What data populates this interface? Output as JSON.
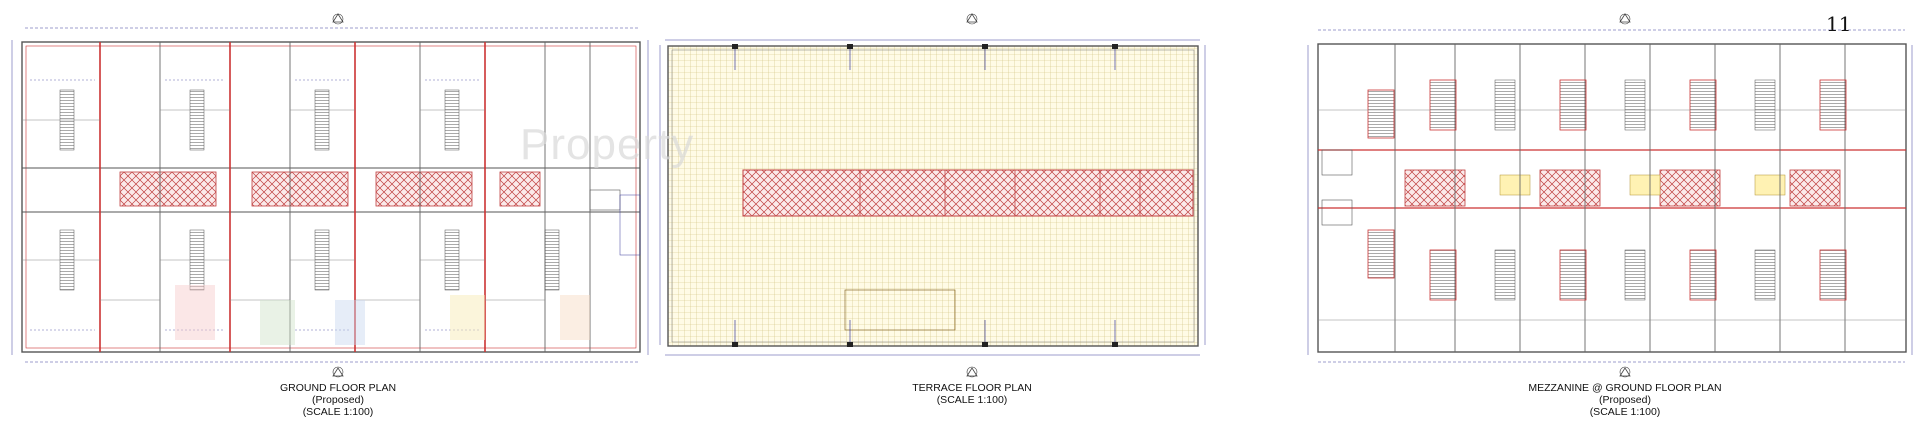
{
  "page_number": "11",
  "watermark_text": "Property",
  "colors": {
    "wall": "#7a7a7a",
    "boundary": "#cc3333",
    "dim": "#3a3a9a",
    "grid": "#cfc07a",
    "grid_fill": "#fffbe6",
    "hatch": "#c04040"
  },
  "plans": [
    {
      "id": "ground",
      "title": "GROUND FLOOR PLAN",
      "subtitle": "(Proposed)",
      "scale": "(SCALE 1:100)"
    },
    {
      "id": "terrace",
      "title": "TERRACE FLOOR PLAN",
      "subtitle": "",
      "scale": "(SCALE 1:100)"
    },
    {
      "id": "mezzanine",
      "title": "MEZZANINE @ GROUND FLOOR PLAN",
      "subtitle": "(Proposed)",
      "scale": "(SCALE 1:100)"
    }
  ]
}
